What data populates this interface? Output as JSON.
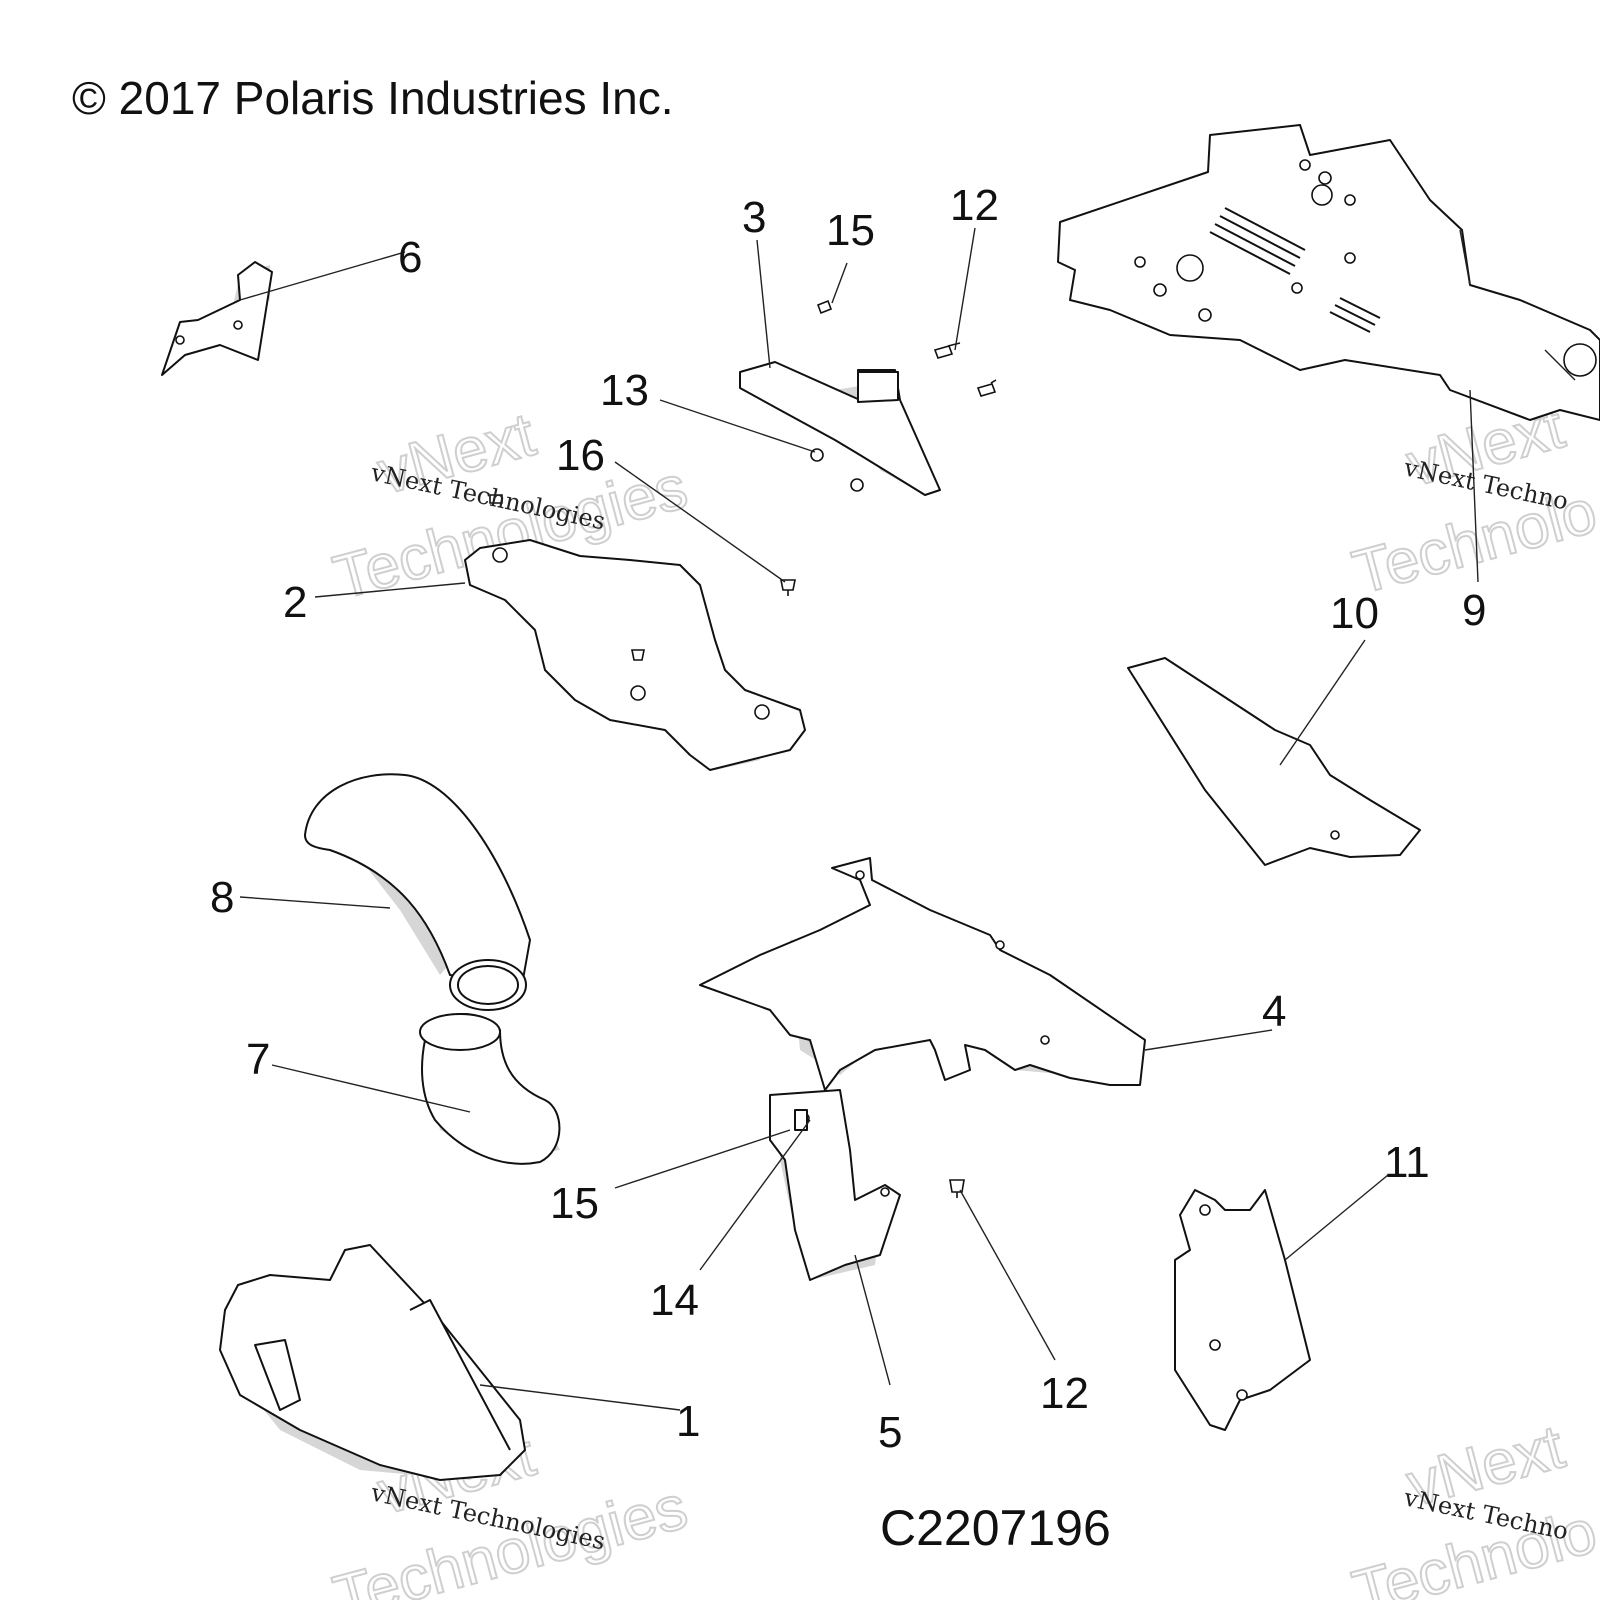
{
  "copyright": "© 2017 Polaris Industries Inc.",
  "drawing_id": "C2207196",
  "watermark": {
    "small": "vNext Technologies",
    "big_line1": "vNext",
    "big_line2": "Technologies",
    "small_right": "vNext Techno",
    "big_right_line1": "vNext",
    "big_right_line2": "Technolo"
  },
  "callouts": {
    "c1": "1",
    "c2": "2",
    "c3": "3",
    "c4": "4",
    "c5": "5",
    "c6": "6",
    "c7": "7",
    "c8": "8",
    "c9": "9",
    "c10": "10",
    "c11": "11",
    "c12a": "12",
    "c12b": "12",
    "c13": "13",
    "c14": "14",
    "c15a": "15",
    "c15b": "15",
    "c16": "16"
  }
}
